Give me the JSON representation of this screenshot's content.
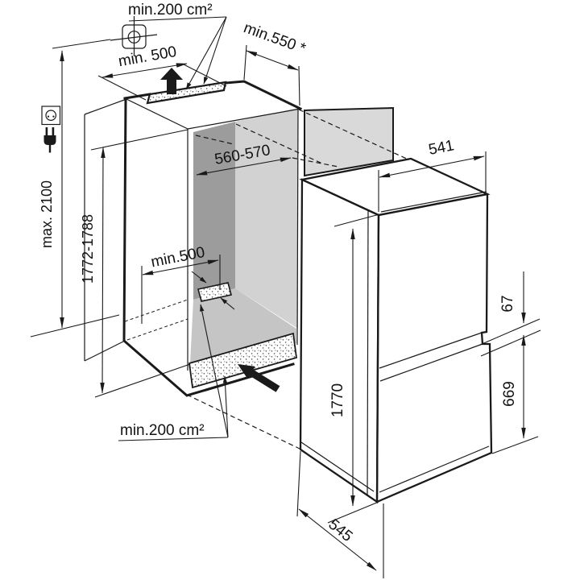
{
  "diagram": {
    "title": "built-in refrigerator niche installation drawing",
    "labels": {
      "vent_top": "min.200 cm²",
      "clearance_top": "min. 500",
      "depth_min": "min.550 *",
      "niche_width": "560-570",
      "appliance_width": "541",
      "total_height": "max. 2100",
      "niche_height": "1772-1788",
      "floor_clearance": "min.500",
      "door_gap": "67",
      "lower_door_height": "669",
      "appliance_height": "1770",
      "appliance_depth": "545",
      "vent_bottom": "min.200 cm²"
    },
    "icons": [
      "junction-box-icon",
      "power-socket-icon",
      "power-plug-icon",
      "airflow-up-arrow",
      "airflow-in-arrow"
    ]
  },
  "colors": {
    "line": "#1a1a1a",
    "wall_dark": "#9c9c9c",
    "wall_light": "#d2d2d2",
    "floor": "#c5c5c5",
    "panel": "#d9d9d9",
    "background": "#ffffff"
  }
}
